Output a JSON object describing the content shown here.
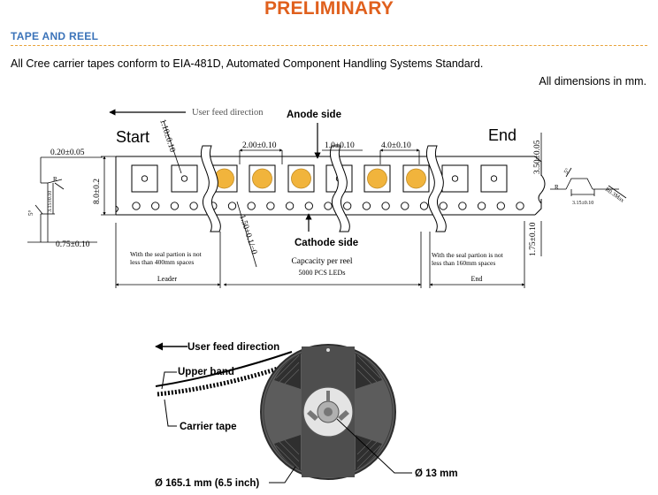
{
  "header": {
    "banner": "PRELIMINARY"
  },
  "section": {
    "title": "TAPE AND REEL",
    "intro": "All Cree carrier tapes conform to EIA-481D, Automated Component Handling Systems Standard.",
    "dims_note": "All dimensions in mm."
  },
  "tape_drawing": {
    "user_feed": "User feed direction",
    "start": "Start",
    "end": "End",
    "anode": "Anode side",
    "cathode": "Cathode side",
    "dims": {
      "d110": "1.10±0.10",
      "d200": "2.00±0.10",
      "d100": "1.0±0.10",
      "d400": "4.0±0.10",
      "d350": "3.50±0.05",
      "d020": "0.20±0.05",
      "d800": "8.0±0.2",
      "d075": "0.75±0.10",
      "d150": "1.50+0.1/−0",
      "d175": "1.75±0.10",
      "d315a": "3.15±0.10",
      "d315b": "3.15±0.10",
      "d5": "5°",
      "r": "R",
      "r03": "R0.3Max"
    },
    "leader_note": [
      "With the seal partion is not",
      "less than 400mm spaces"
    ],
    "end_note": [
      "With the seal partion is not",
      "less than 160mm spaces"
    ],
    "capacity": "Capcacity per reel",
    "capacity_value": "5000 PCS  LEDs",
    "leader": "Leader",
    "end_label": "End"
  },
  "reel_drawing": {
    "user_feed": "User feed direction",
    "upper_band": "Upper band",
    "carrier_tape": "Carrier tape",
    "diameter": "Ø 165.1 mm (6.5 inch)",
    "hub": "Ø 13 mm"
  },
  "colors": {
    "banner": "#e0601d",
    "section_title": "#3b73b9",
    "rule": "#e8a33a",
    "led": "#f1b43c",
    "reel_dark": "#4a4a4a",
    "reel_mid": "#6a6a6a"
  }
}
